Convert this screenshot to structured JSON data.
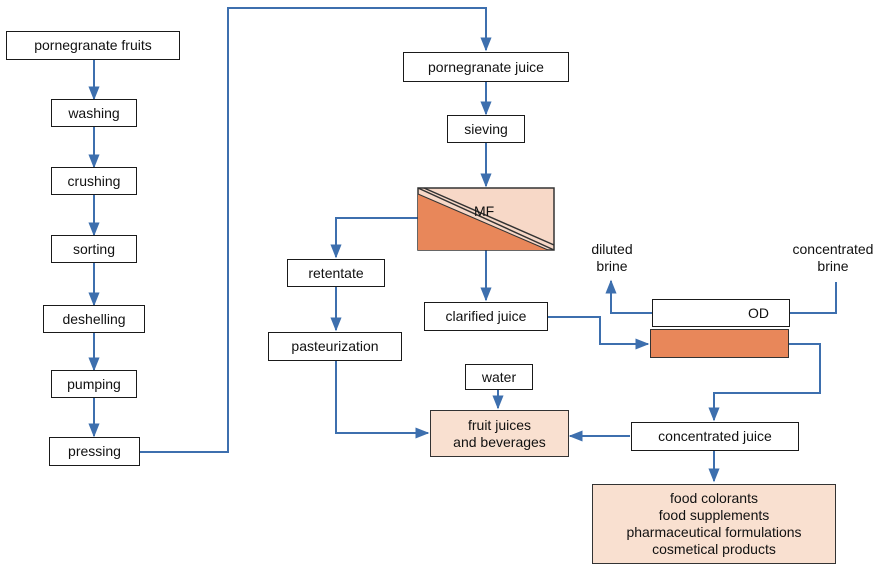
{
  "left_chain": [
    "pornegranate fruits",
    "washing",
    "crushing",
    "sorting",
    "deshelling",
    "pumping",
    "pressing"
  ],
  "pomegranate_juice": "pornegranate juice",
  "sieving": "sieving",
  "mf": "MF",
  "retentate": "retentate",
  "pasteurization": "pasteurization",
  "clarified_juice": "clarified juice",
  "diluted_brine": [
    "diluted",
    "brine"
  ],
  "concentrated_brine": [
    "concentrated",
    "brine"
  ],
  "od": "OD",
  "water": "water",
  "fruit_juices": [
    "fruit juices",
    "and beverages"
  ],
  "concentrated_juice": "concentrated juice",
  "products": [
    "food colorants",
    "food supplements",
    "pharmaceutical formulations",
    "cosmetical products"
  ],
  "colors": {
    "arrow": "#3d6fae",
    "mf_fill": "#e8875a",
    "mf_light": "#f7d8c7",
    "peach_box": "#f9e0d0",
    "border": "#1a1a1a"
  }
}
